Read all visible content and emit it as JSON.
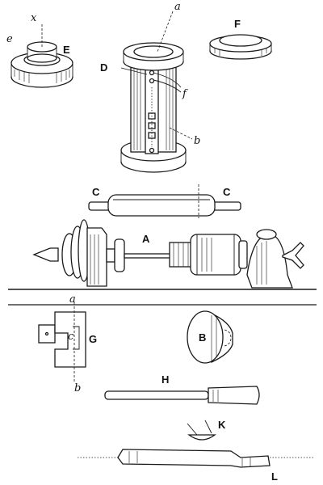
{
  "labels": {
    "x": "x",
    "E": "E",
    "e": "e",
    "a_top": "a",
    "F": "F",
    "D": "D",
    "f": "f",
    "b_right": "b",
    "C_left": "C",
    "C_right": "C",
    "A": "A",
    "a_mid": "a",
    "c_small": "c",
    "G": "G",
    "b_mid": "b",
    "B": "B",
    "H": "H",
    "K": "K",
    "L": "L"
  },
  "colors": {
    "ink": "#1a1a1a",
    "paper": "#ffffff"
  }
}
